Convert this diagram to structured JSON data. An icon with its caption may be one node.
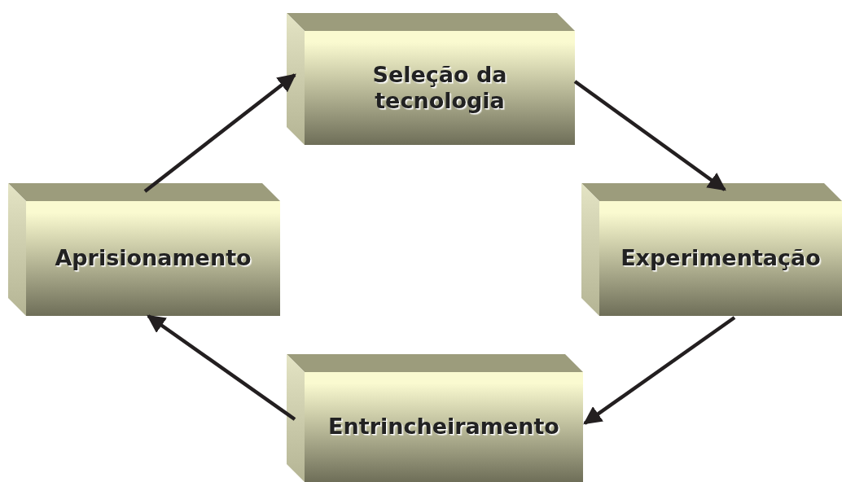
{
  "diagram": {
    "nodes": [
      {
        "text": [
          "Seleção da tecnologia"
        ]
      },
      {
        "text": [
          "Experimentação"
        ]
      },
      {
        "text": [
          "Entrincheiramento"
        ]
      },
      {
        "text": [
          "Aprisionamento"
        ]
      }
    ],
    "edges": [
      {
        "from": 3,
        "to": 0,
        "arrow": "to"
      },
      {
        "from": 0,
        "to": 1,
        "arrow": "to"
      },
      {
        "from": 1,
        "to": 2,
        "arrow": "to"
      },
      {
        "from": 2,
        "to": 3,
        "arrow": "to"
      }
    ]
  }
}
